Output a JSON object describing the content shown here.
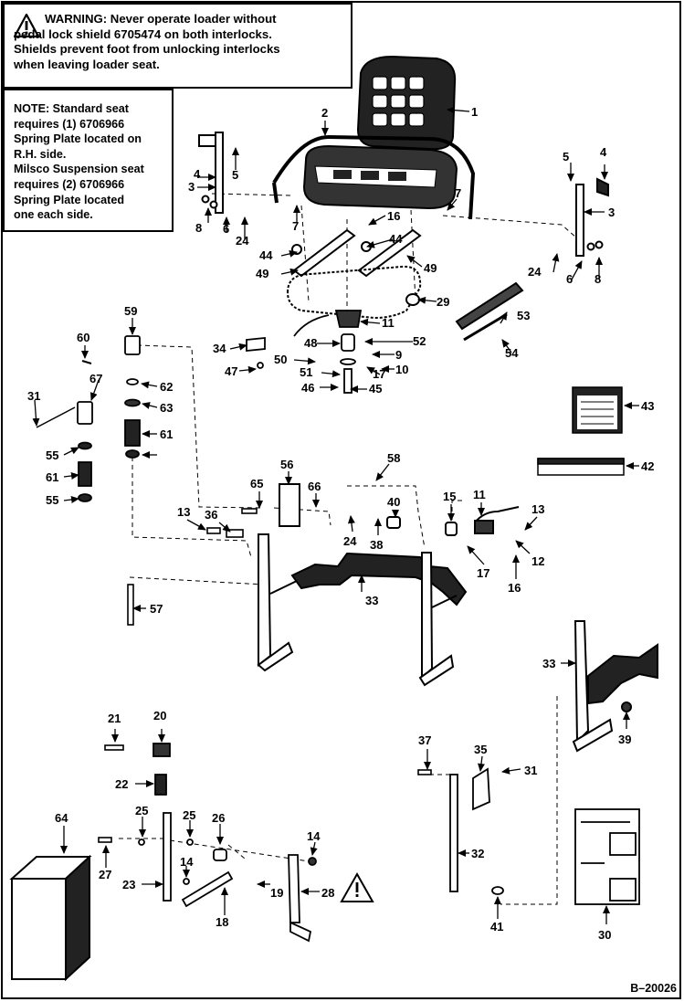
{
  "warning": {
    "lines": [
      "WARNING: Never operate loader without",
      "pedal lock shield 6705474 on both interlocks.",
      "Shields prevent foot from unlocking interlocks",
      "when leaving loader seat."
    ]
  },
  "note": {
    "lines": [
      "NOTE: Standard seat",
      "requires (1) 6706966",
      "Spring Plate located on",
      "R.H. side.",
      "Milsco Suspension seat",
      "requires (2) 6706966",
      "Spring Plate located",
      "one each side."
    ]
  },
  "labels": [
    "1",
    "2",
    "3",
    "4",
    "5",
    "6",
    "8",
    "7",
    "24",
    "4",
    "3",
    "5",
    "8",
    "6",
    "24",
    "7",
    "16",
    "44",
    "44",
    "49",
    "49",
    "29",
    "53",
    "54",
    "11",
    "52",
    "48",
    "9",
    "50",
    "10",
    "51",
    "17",
    "46",
    "45",
    "34",
    "47",
    "59",
    "60",
    "62",
    "67",
    "31",
    "63",
    "61",
    "55",
    "61",
    "55",
    "43",
    "42",
    "58",
    "56",
    "65",
    "66",
    "40",
    "15",
    "11",
    "13",
    "13",
    "36",
    "24",
    "38",
    "17",
    "12",
    "16",
    "33",
    "57",
    "33",
    "39",
    "21",
    "20",
    "22",
    "37",
    "35",
    "31",
    "25",
    "25",
    "26",
    "14",
    "64",
    "27",
    "23",
    "14",
    "32",
    "18",
    "19",
    "28",
    "41",
    "30"
  ],
  "drawing_id": "B–20026"
}
